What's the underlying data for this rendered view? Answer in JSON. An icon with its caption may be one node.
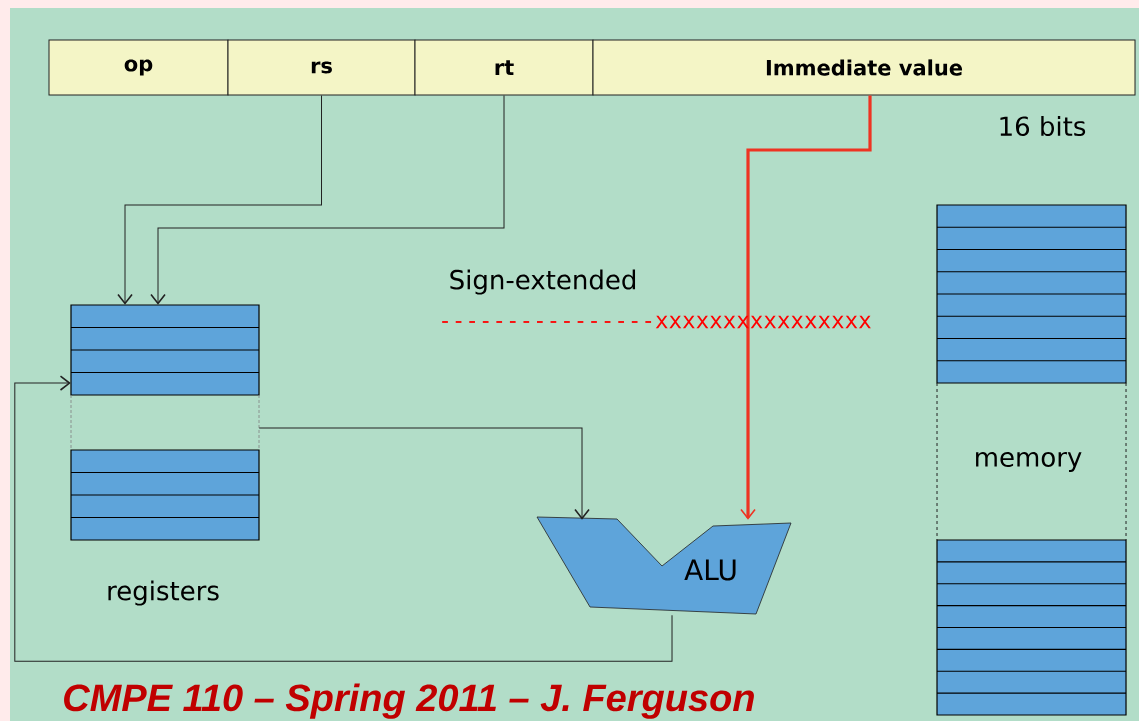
{
  "diagram": {
    "caption": "CMPE 110 – Spring 2011 – J. Ferguson",
    "nodes": [
      {
        "text": [
          "op"
        ]
      },
      {
        "text": [
          "rs"
        ]
      },
      {
        "text": [
          "rt"
        ]
      },
      {
        "text": [
          "Immediate value"
        ]
      },
      {
        "text": [
          "registers"
        ]
      },
      {
        "text": [
          "ALU"
        ]
      },
      {
        "text": [
          "memory"
        ]
      }
    ],
    "edges": [
      {
        "from": 1,
        "to": 4,
        "arrow": "to"
      },
      {
        "from": 2,
        "to": 4,
        "arrow": "to"
      },
      {
        "from": 4,
        "to": 5,
        "arrow": "to"
      },
      {
        "from": 3,
        "to": 5,
        "arrow": "to",
        "style": "thick",
        "color": "#ee3322"
      },
      {
        "from": 5,
        "to": 4,
        "arrow": "to"
      }
    ],
    "labels": [
      "16 bits",
      "Sign-extended",
      "----------------xxxxxxxxxxxxxxxx"
    ]
  }
}
